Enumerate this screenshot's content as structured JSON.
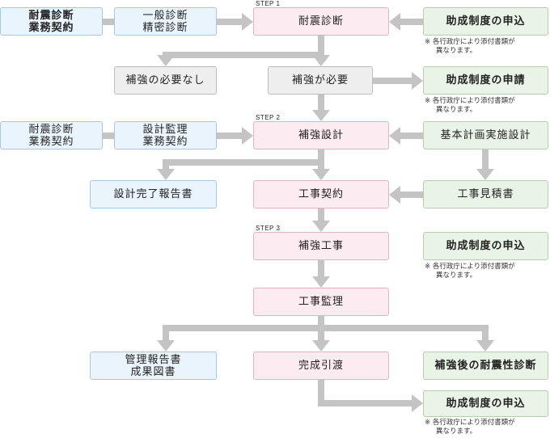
{
  "colors": {
    "connector": "#c4c4c4",
    "blue_fill": "#eaf4fc",
    "pink_fill": "#fdebf2",
    "gray_fill": "#eeeeee",
    "green_fill": "#eaf4e6"
  },
  "steps": {
    "step1": "STEP 1",
    "step2": "STEP 2",
    "step3": "STEP 3"
  },
  "nodes": {
    "seismic_diag_contract": [
      "耐震診断",
      "業務契約"
    ],
    "general_precise_diag": [
      "一般診断",
      "精密診断"
    ],
    "seismic_diagnosis": "耐震診断",
    "subsidy_apply_1": "助成制度の申込",
    "no_reinforcement": "補強の必要なし",
    "reinforcement_needed": "補強が必要",
    "subsidy_application": "助成制度の申請",
    "design_contract": [
      "耐震診断",
      "業務契約"
    ],
    "design_supervision": [
      "設計監理",
      "業務契約"
    ],
    "reinforcement_design": "補強設計",
    "basic_plan_design": "基本計画実施設計",
    "design_completion_report": "設計完了報告書",
    "construction_contract": "工事契約",
    "construction_estimate": "工事見積書",
    "reinforcement_work": "補強工事",
    "subsidy_apply_3": "助成制度の申込",
    "construction_supervision": "工事監理",
    "management_report": [
      "管理報告書",
      "成果図書"
    ],
    "completion_handover": "完成引渡",
    "post_reinforcement_diag": "補強後の耐震性診断",
    "subsidy_apply_4": "助成制度の申込"
  },
  "note": {
    "line1": "※ 各行政庁により添付書類が",
    "line2": "異なります。"
  }
}
